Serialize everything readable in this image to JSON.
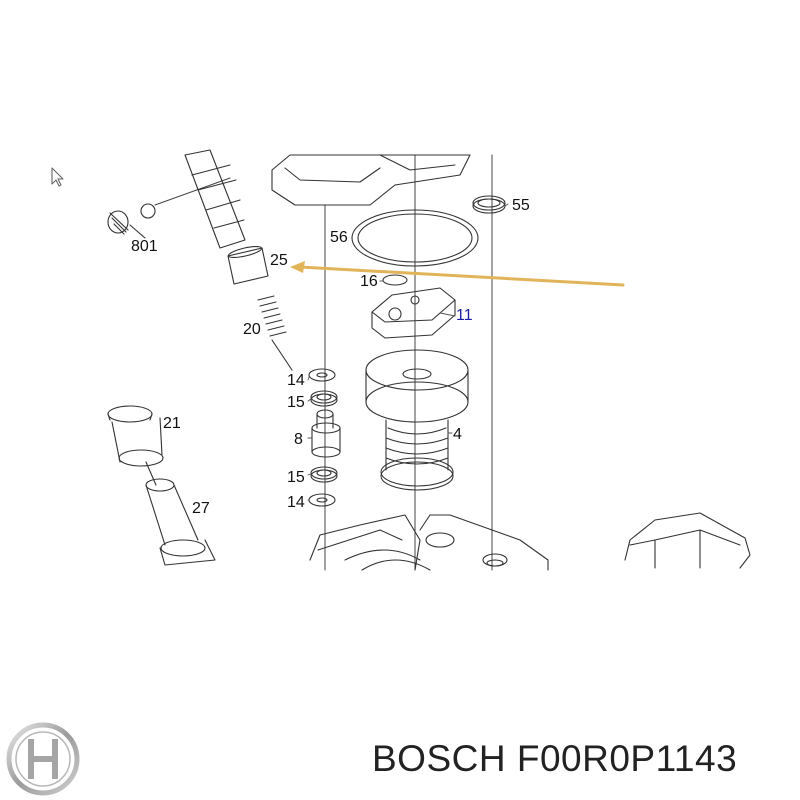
{
  "diagram": {
    "part_labels": {
      "p801": "801",
      "p25": "25",
      "p56": "56",
      "p55": "55",
      "p16": "16",
      "p11": "11",
      "p20": "20",
      "p14a": "14",
      "p15a": "15",
      "p8": "8",
      "p4": "4",
      "p21": "21",
      "p15b": "15",
      "p14b": "14",
      "p27": "27"
    },
    "arrow_color": "#e2b45a",
    "highlight_label_color": "#1a1aa8"
  },
  "footer": {
    "brand_logo": "bosch-logo",
    "caption": "BOSCH F00R0P1143"
  }
}
